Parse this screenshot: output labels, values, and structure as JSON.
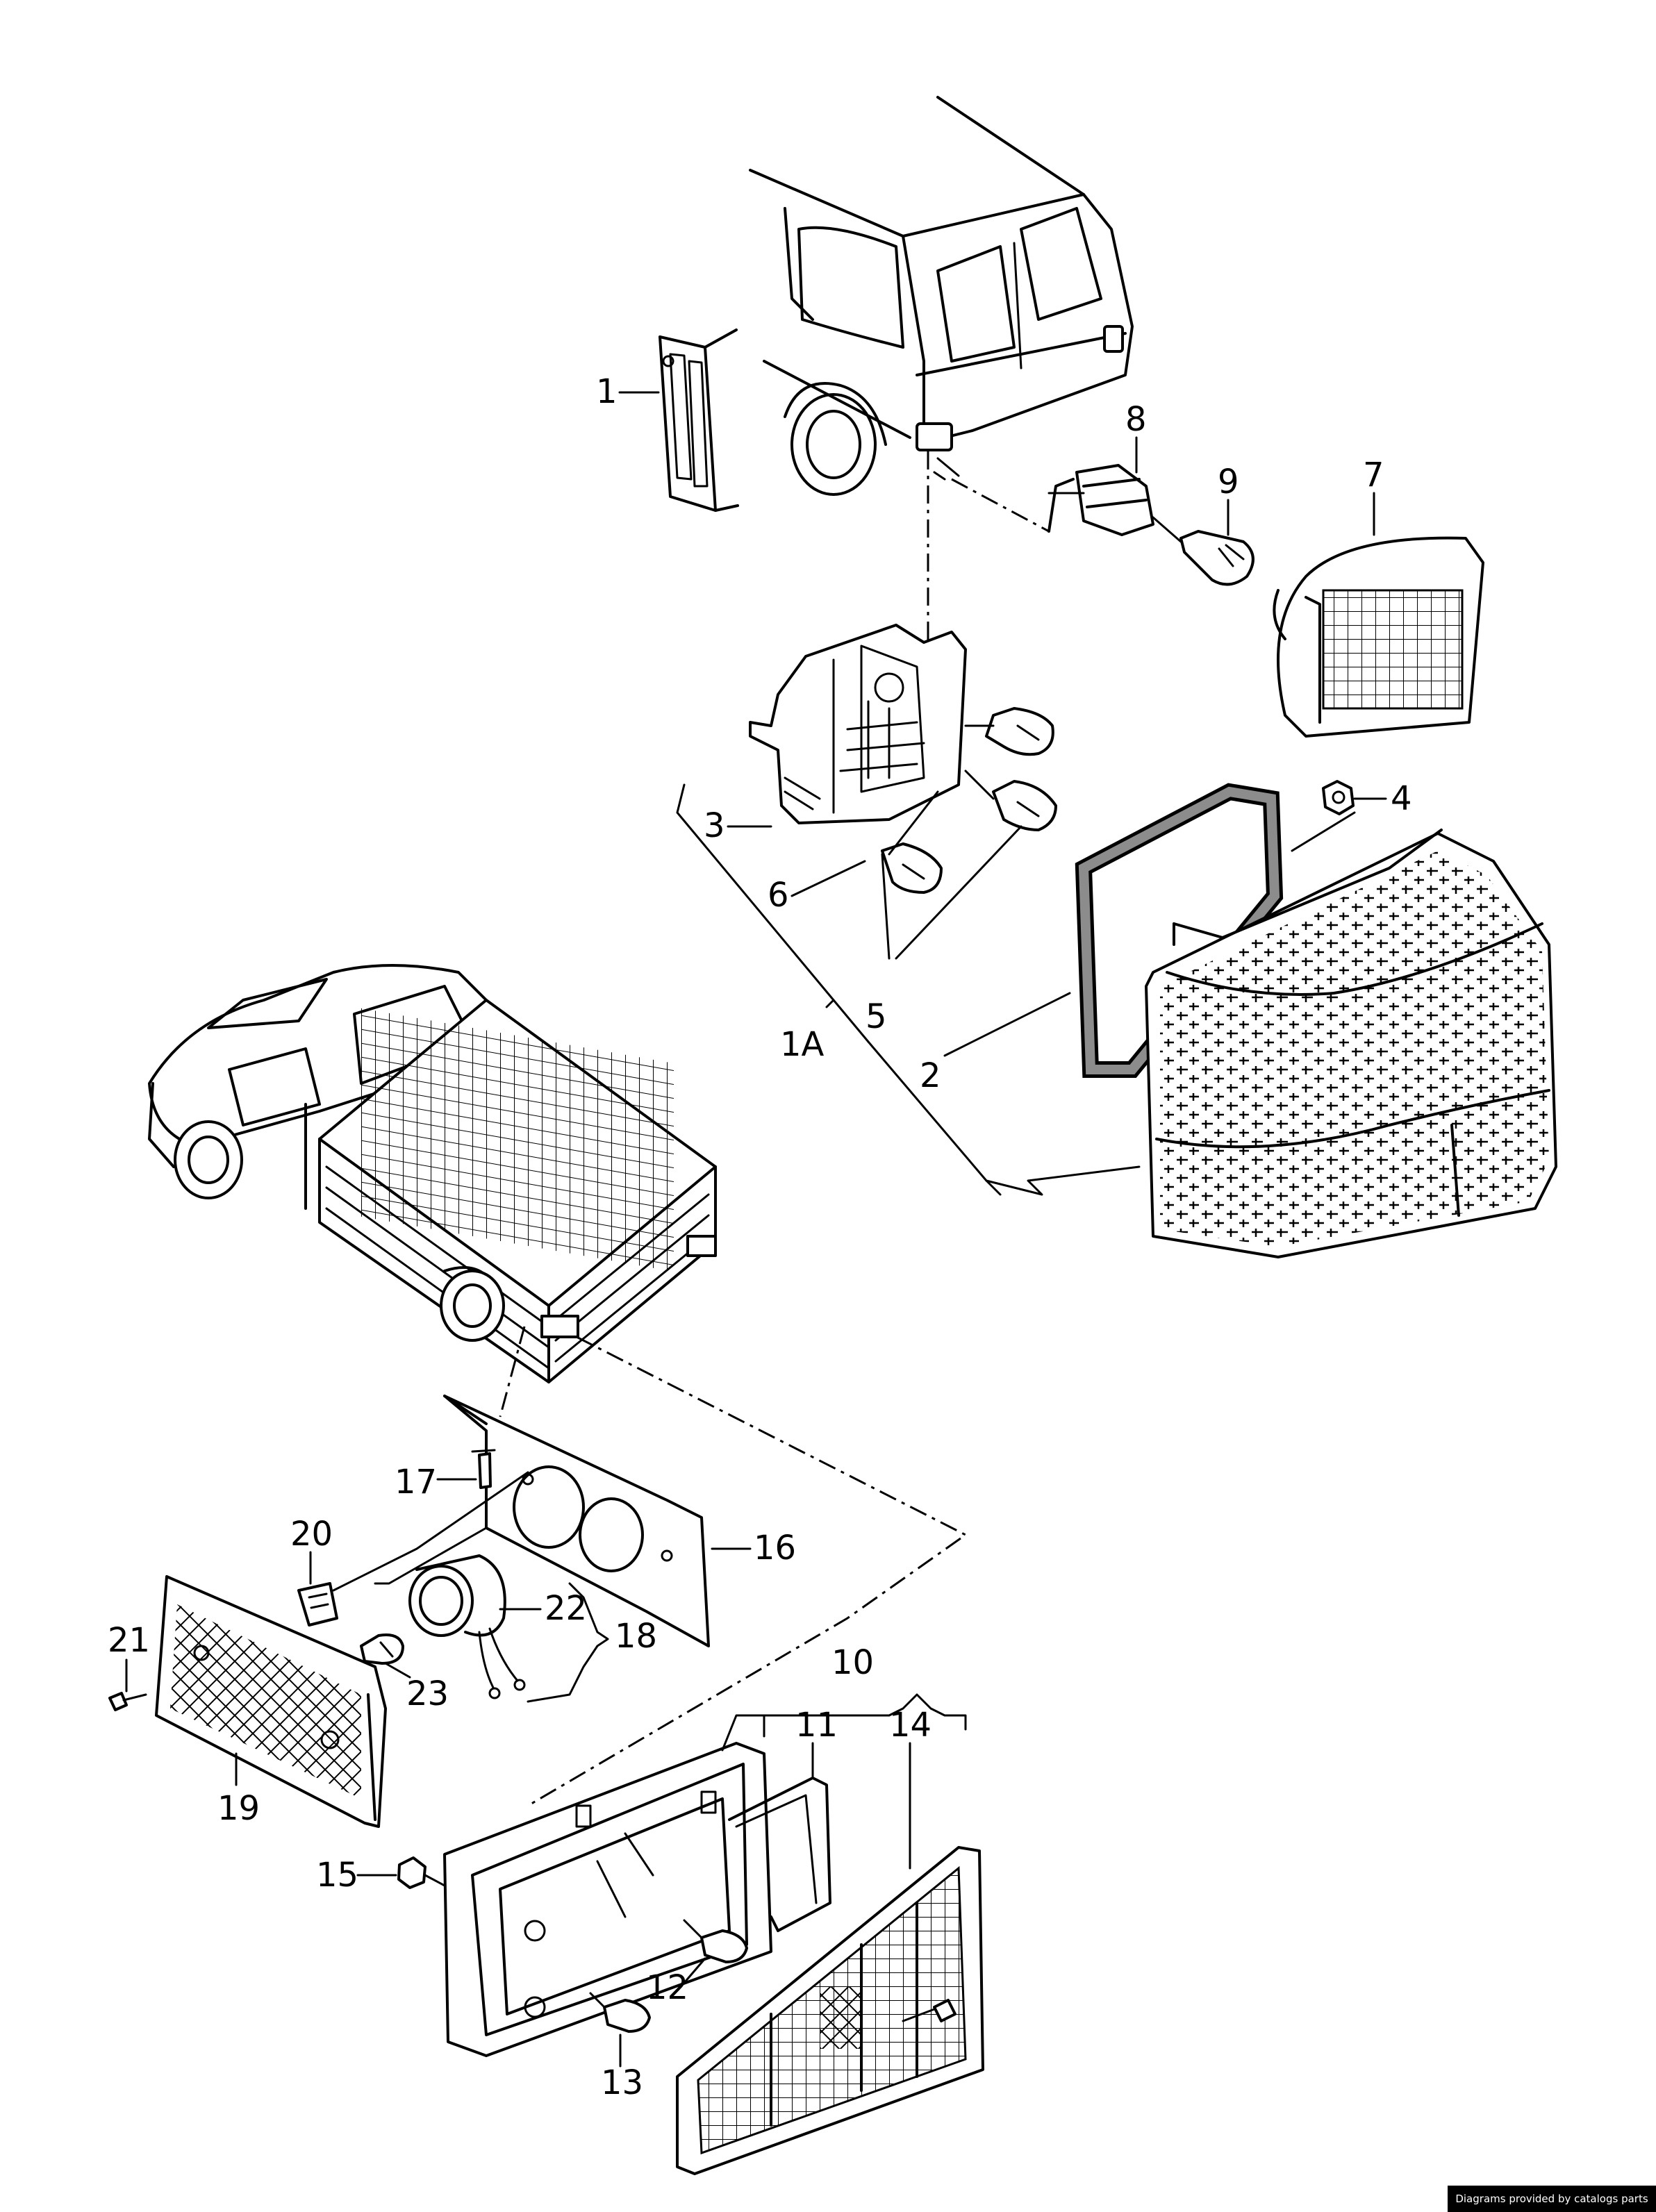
{
  "diagram": {
    "callouts": {
      "c1": "1",
      "c1a": "1A",
      "c2": "2",
      "c3": "3",
      "c4": "4",
      "c5": "5",
      "c6": "6",
      "c7": "7",
      "c8": "8",
      "c9": "9",
      "c10": "10",
      "c11": "11",
      "c12": "12",
      "c13": "13",
      "c14": "14",
      "c15": "15",
      "c16": "16",
      "c17": "17",
      "c18": "18",
      "c19": "19",
      "c20": "20",
      "c21": "21",
      "c22": "22",
      "c23": "23"
    }
  },
  "footer": {
    "credit": "Diagrams provided by catalogs parts"
  }
}
